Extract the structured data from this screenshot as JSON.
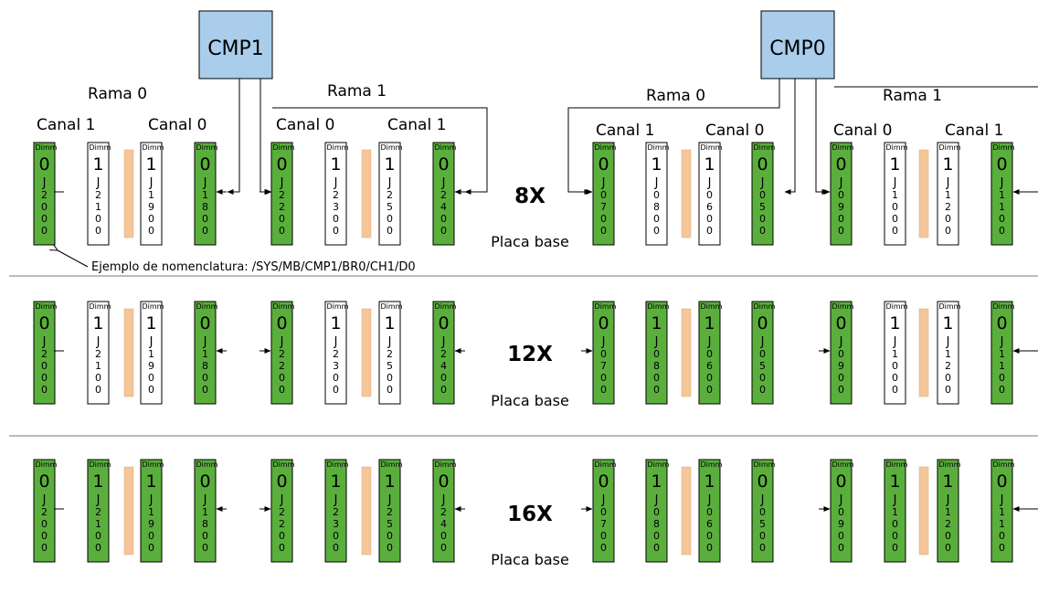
{
  "processors": {
    "cmp1": "CMP1",
    "cmp0": "CMP0"
  },
  "branches": {
    "rama0": "Rama 0",
    "rama1": "Rama 1"
  },
  "channels": {
    "canal0": "Canal 0",
    "canal1": "Canal 1"
  },
  "dimm_label": "Dimm",
  "example_note": "Ejemplo de nomenclatura: /SYS/MB/CMP1/BR0/CH1/D0",
  "board_label": "Placa base",
  "colors": {
    "populated": "#5aaf3c",
    "empty": "#ffffff",
    "cpu": "#a9cdea",
    "divider": "#f5c69a"
  },
  "groups": [
    {
      "name": "cmp1-rama0",
      "slots": [
        {
          "num": "0",
          "code": "J2000",
          "side": "left"
        },
        {
          "num": "1",
          "code": "J2100",
          "side": "left"
        },
        {
          "num": "1",
          "code": "J1900",
          "side": "right"
        },
        {
          "num": "0",
          "code": "J1800",
          "side": "right"
        }
      ]
    },
    {
      "name": "cmp1-rama1",
      "slots": [
        {
          "num": "0",
          "code": "J2200",
          "side": "left"
        },
        {
          "num": "1",
          "code": "J2300",
          "side": "left"
        },
        {
          "num": "1",
          "code": "J2500",
          "side": "right"
        },
        {
          "num": "0",
          "code": "J2400",
          "side": "right"
        }
      ]
    },
    {
      "name": "cmp0-rama0",
      "slots": [
        {
          "num": "0",
          "code": "J0700",
          "side": "left"
        },
        {
          "num": "1",
          "code": "J0800",
          "side": "left"
        },
        {
          "num": "1",
          "code": "J0600",
          "side": "right"
        },
        {
          "num": "0",
          "code": "J0500",
          "side": "right"
        }
      ]
    },
    {
      "name": "cmp0-rama1",
      "slots": [
        {
          "num": "0",
          "code": "J0900",
          "side": "left"
        },
        {
          "num": "1",
          "code": "J1000",
          "side": "left"
        },
        {
          "num": "1",
          "code": "J1200",
          "side": "right"
        },
        {
          "num": "0",
          "code": "J1100",
          "side": "right"
        }
      ]
    }
  ],
  "configs": [
    {
      "label": "8X",
      "populated": [
        [
          true,
          false,
          false,
          true
        ],
        [
          true,
          false,
          false,
          true
        ],
        [
          true,
          false,
          false,
          true
        ],
        [
          true,
          false,
          false,
          true
        ]
      ]
    },
    {
      "label": "12X",
      "populated": [
        [
          true,
          false,
          false,
          true
        ],
        [
          true,
          false,
          false,
          true
        ],
        [
          true,
          true,
          true,
          true
        ],
        [
          true,
          false,
          false,
          true
        ]
      ]
    },
    {
      "label": "16X",
      "populated": [
        [
          true,
          true,
          true,
          true
        ],
        [
          true,
          true,
          true,
          true
        ],
        [
          true,
          true,
          true,
          true
        ],
        [
          true,
          true,
          true,
          true
        ]
      ]
    }
  ]
}
